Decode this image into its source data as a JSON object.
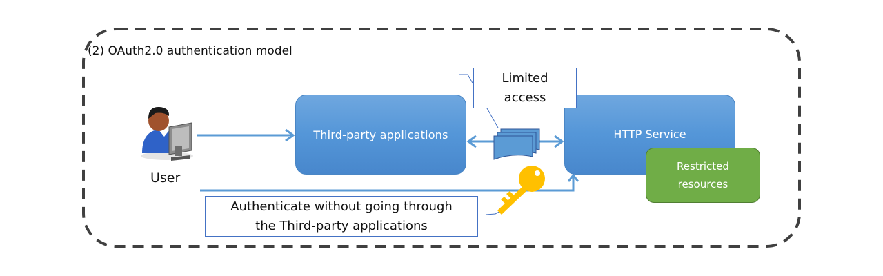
{
  "diagram": {
    "title": "(2) OAuth2.0 authentication model",
    "nodes": {
      "user": {
        "label": "User",
        "icon": "user-at-computer-icon"
      },
      "third_party": {
        "label": "Third-party applications"
      },
      "http_service": {
        "label": "HTTP Service"
      },
      "restricted": {
        "label_line1": "Restricted",
        "label_line2": "resources"
      }
    },
    "callouts": {
      "limited_access": {
        "line1": "Limited",
        "line2": "access"
      },
      "authenticate": {
        "line1": "Authenticate without going through",
        "line2": "the Third-party applications"
      }
    },
    "icons": {
      "token": "document-stack-icon",
      "key": "key-icon"
    },
    "edges": [
      {
        "from": "User",
        "to": "Third-party applications",
        "type": "arrow"
      },
      {
        "from": "Third-party applications",
        "to": "HTTP Service",
        "type": "bidirectional-arrow",
        "via": "token"
      },
      {
        "from": "User",
        "to": "HTTP Service",
        "type": "arrow",
        "via": "key"
      }
    ],
    "colors": {
      "frame": "#404040",
      "box_blue": "#5b9bd5",
      "arrow": "#5b9bd5",
      "restricted_green": "#70ad47",
      "key": "#ffc000",
      "callout_border": "#4472c4"
    }
  }
}
